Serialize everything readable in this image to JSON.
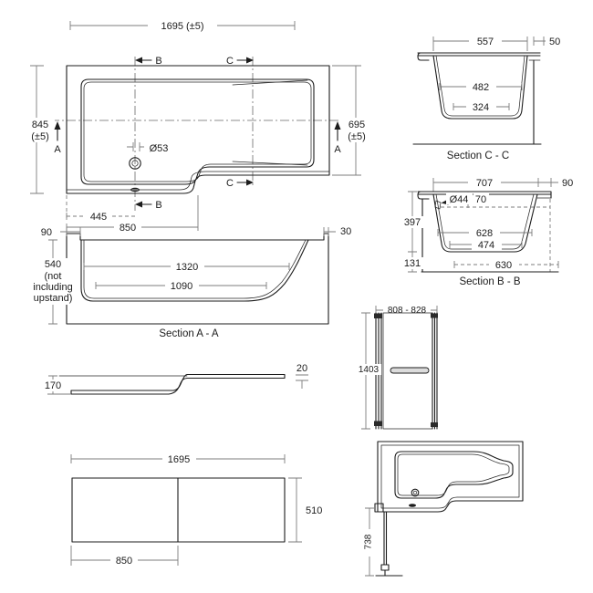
{
  "plan": {
    "dim_length": "1695 (±5)",
    "dim_width": "845",
    "dim_width_tol": "(±5)",
    "dim_depth_right": "695",
    "dim_depth_right_tol": "(±5)",
    "section_a": "A",
    "section_b": "B",
    "section_c": "C",
    "drain_dia": "Ø53",
    "dim_drain_offset": "445",
    "dim_shower_length": "850"
  },
  "section_aa": {
    "caption": "Section A - A",
    "dim_upstand_width": "90",
    "dim_rim_width": "30",
    "dim_depth_line1": "540",
    "dim_depth_line2": "(not",
    "dim_depth_line3": "including",
    "dim_depth_line4": "upstand)",
    "dim_top_length": "1320",
    "dim_bottom_length": "1090"
  },
  "profile": {
    "dim_height": "170",
    "dim_thickness": "20"
  },
  "front_panel": {
    "dim_length": "1695",
    "dim_height": "510",
    "dim_split": "850"
  },
  "section_cc": {
    "caption": "Section C - C",
    "dim_width": "557",
    "dim_rim": "50",
    "dim_mid_width": "482",
    "dim_base_width": "324"
  },
  "section_bb": {
    "caption": "Section B - B",
    "dim_width": "707",
    "dim_rim": "90",
    "overflow_dia": "Ø44",
    "overflow_offset": "70",
    "dim_depth": "397",
    "dim_base_height": "131",
    "dim_mid_width": "628",
    "dim_base_width": "474",
    "dim_floor_width": "630"
  },
  "screen_front": {
    "dim_width": "808 - 828",
    "dim_height": "1403"
  },
  "plan_screen": {
    "dim_screen_projection": "738"
  }
}
